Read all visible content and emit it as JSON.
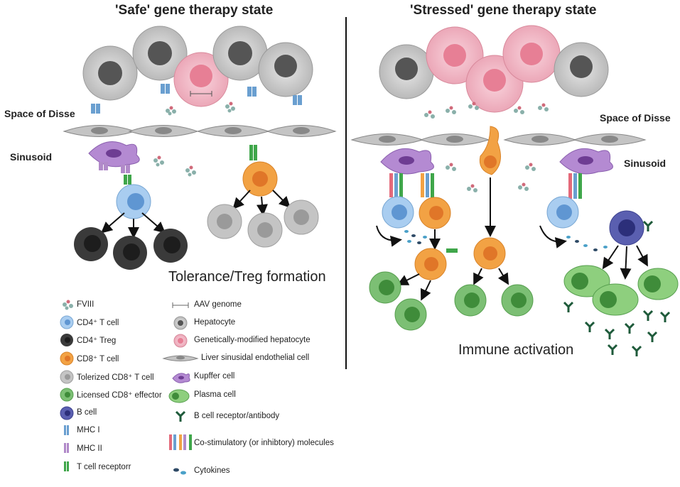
{
  "titles": {
    "safe": "'Safe' gene therapy state",
    "stressed": "'Stressed' gene therapy state"
  },
  "labels": {
    "space_left": "Space of Disse",
    "sinusoid_left": "Sinusoid",
    "space_right": "Space of Disse",
    "sinusoid_right": "Sinusoid"
  },
  "outcomes": {
    "safe": "Tolerance/Treg formation",
    "stressed": "Immune activation"
  },
  "legend_left": [
    {
      "icon": "fviii-icon",
      "label": "FVIII"
    },
    {
      "icon": "cd4-t-cell-icon",
      "label": "CD4⁺ T cell"
    },
    {
      "icon": "cd4-treg-icon",
      "label": "CD4⁺ Treg"
    },
    {
      "icon": "cd8-t-cell-icon",
      "label": "CD8⁺ T cell"
    },
    {
      "icon": "tolerized-cd8-icon",
      "label": "Tolerized CD8⁺ T cell"
    },
    {
      "icon": "licensed-cd8-icon",
      "label": "Licensed CD8⁺ effector"
    },
    {
      "icon": "b-cell-icon",
      "label": "B cell"
    },
    {
      "icon": "mhc-i-icon",
      "label": "MHC I"
    },
    {
      "icon": "mhc-ii-icon",
      "label": "MHC II"
    },
    {
      "icon": "tcr-icon",
      "label": "T cell receptorr"
    }
  ],
  "legend_right": [
    {
      "icon": "aav-genome-icon",
      "label": "AAV genome"
    },
    {
      "icon": "hepatocyte-icon",
      "label": "Hepatocyte"
    },
    {
      "icon": "modified-hepatocyte-icon",
      "label": "Genetically-modified  hepatocyte"
    },
    {
      "icon": "lsec-icon",
      "label": "Liver sinusidal endothelial cell"
    },
    {
      "icon": "kupffer-icon",
      "label": "Kupffer cell"
    },
    {
      "icon": "plasma-cell-icon",
      "label": "Plasma cell"
    },
    {
      "icon": "antibody-icon",
      "label": "B cell receptor/antibody"
    },
    {
      "icon": "costim-icon",
      "label": "Co-stimulatory (or inhibtory) molecules"
    },
    {
      "icon": "cytokine-icon",
      "label": "Cytokines"
    }
  ],
  "colors": {
    "hepatocyte": "#c9c9c9",
    "modified_hepatocyte": "#f3b9c6",
    "cd4": "#a9cdf0",
    "treg": "#3a3a3a",
    "cd8": "#f2a244",
    "tolerized": "#b8b8b8",
    "licensed": "#7cbf74",
    "bcell": "#5a5fb0",
    "kupffer": "#a072c0",
    "mhc1": "#6a9fd0",
    "mhc2": "#b18ac9",
    "tcr": "#3fa64a"
  }
}
